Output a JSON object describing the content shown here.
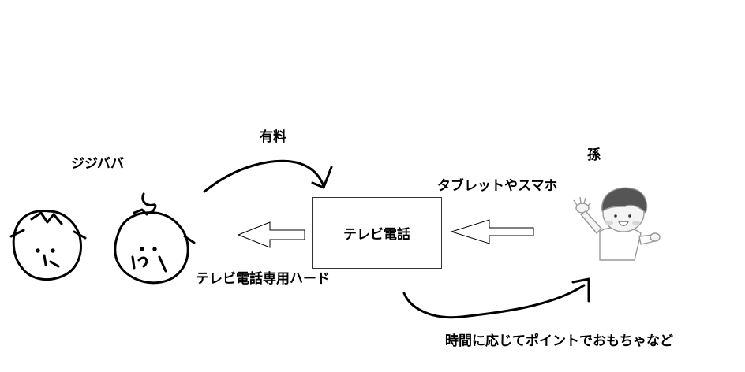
{
  "labels": {
    "grandparents": "ジジババ",
    "paid": "有料",
    "grandchild": "孫",
    "tablet_smartphone": "タブレットやスマホ",
    "video_call": "テレビ電話",
    "dedicated_hardware": "テレビ電話専用ハード",
    "reward": "時間に応じてポイントでおもちゃなど"
  },
  "icons": {
    "grandfather": "grandfather-face-icon",
    "grandmother": "grandmother-face-icon",
    "child": "waving-child-icon"
  },
  "colors": {
    "stroke": "#000000",
    "child_hair": "#555555",
    "child_skin": "#f4f4f4",
    "child_cheek": "#d7d7d7"
  }
}
